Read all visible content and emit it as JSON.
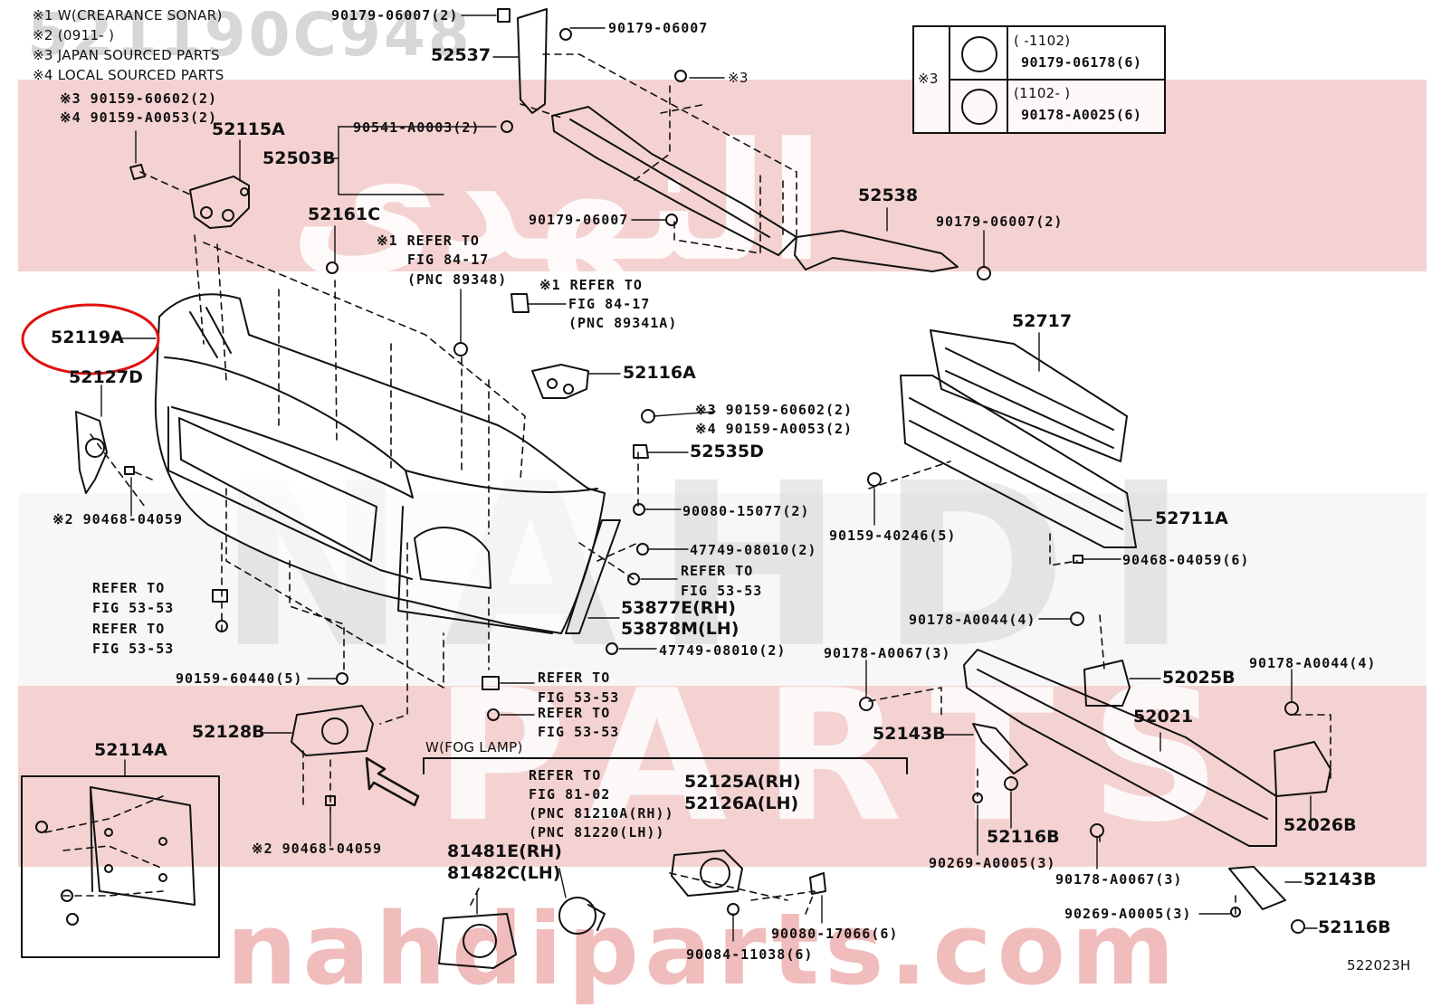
{
  "watermark": {
    "part_number": "521190C948",
    "site": "nahdiparts.com",
    "mid_text": "NAHDI",
    "parts_text": "PARTS",
    "arabic_text": "النهدي",
    "colors": {
      "band": "#f5d2d2",
      "gray": "#cfcfcf",
      "site": "#f0b5b5"
    }
  },
  "notes": [
    "※1 W(CREARANCE SONAR)",
    "※2 (0911-     )",
    "※3 JAPAN SOURCED PARTS",
    "※4 LOCAL SOURCED PARTS"
  ],
  "legend": {
    "marker": "※3",
    "rows": [
      {
        "range": "(      -1102)",
        "part": "90179-06178(6)"
      },
      {
        "range": "(1102-      )",
        "part": "90178-A0025(6)"
      }
    ]
  },
  "highlight": {
    "part": "52119A",
    "color": "#e01010"
  },
  "labels": {
    "l1": "※3 90159-60602(2)",
    "l2": "※4 90159-A0053(2)",
    "l3": "52115A",
    "l4": "90179-06007(2)",
    "l5": "52537",
    "l6": "90179-06007",
    "l7": "※3",
    "l8": "90541-A0003(2)",
    "l9": "52503B",
    "l10": "52538",
    "l11": "90179-06007",
    "l12": "90179-06007(2)",
    "l13": "52161C",
    "l14": "※1 REFER TO",
    "l15": "FIG 84-17",
    "l16": "(PNC 89348)",
    "l17": "※1 REFER TO",
    "l18": "FIG 84-17",
    "l19": "(PNC 89341A)",
    "l20": "52119A",
    "l21": "52127D",
    "l22": "52717",
    "l23": "52116A",
    "l24": "※3 90159-60602(2)",
    "l25": "※4 90159-A0053(2)",
    "l26": "52535D",
    "l27": "90080-15077(2)",
    "l28": "90159-40246(5)",
    "l29": "52711A",
    "l30": "※2 90468-04059",
    "l31": "47749-08010(2)",
    "l32": "REFER TO",
    "l33": "FIG 53-53",
    "l34": "90468-04059(6)",
    "l35": "REFER TO",
    "l36": "FIG 53-53",
    "l37": "REFER TO",
    "l38": "FIG 53-53",
    "l39": "53877E(RH)",
    "l40": "53878M(LH)",
    "l41": "90178-A0044(4)",
    "l42": "47749-08010(2)",
    "l43": "90178-A0067(3)",
    "l44": "52025B",
    "l45": "90178-A0044(4)",
    "l46": "90159-60440(5)",
    "l47": "REFER TO",
    "l48": "FIG 53-53",
    "l49": "REFER TO",
    "l50": "FIG 53-53",
    "l51": "52021",
    "l52": "52128B",
    "l53": "52143B",
    "l54": "W(FOG LAMP)",
    "l55": "52114A",
    "l56": "REFER TO",
    "l57": "FIG 81-02",
    "l58": "(PNC 81210A(RH))",
    "l59": "(PNC 81220(LH))",
    "l60": "52125A(RH)",
    "l61": "52126A(LH)",
    "l62": "52026B",
    "l63": "52116B",
    "l64": "※2 90468-04059",
    "l65": "81481E(RH)",
    "l66": "81482C(LH)",
    "l67": "90269-A0005(3)",
    "l68": "90178-A0067(3)",
    "l69": "52143B",
    "l70": "90269-A0005(3)",
    "l71": "52116B",
    "l72": "90080-17066(6)",
    "l73": "90084-11038(6)",
    "l74": "522023H"
  }
}
